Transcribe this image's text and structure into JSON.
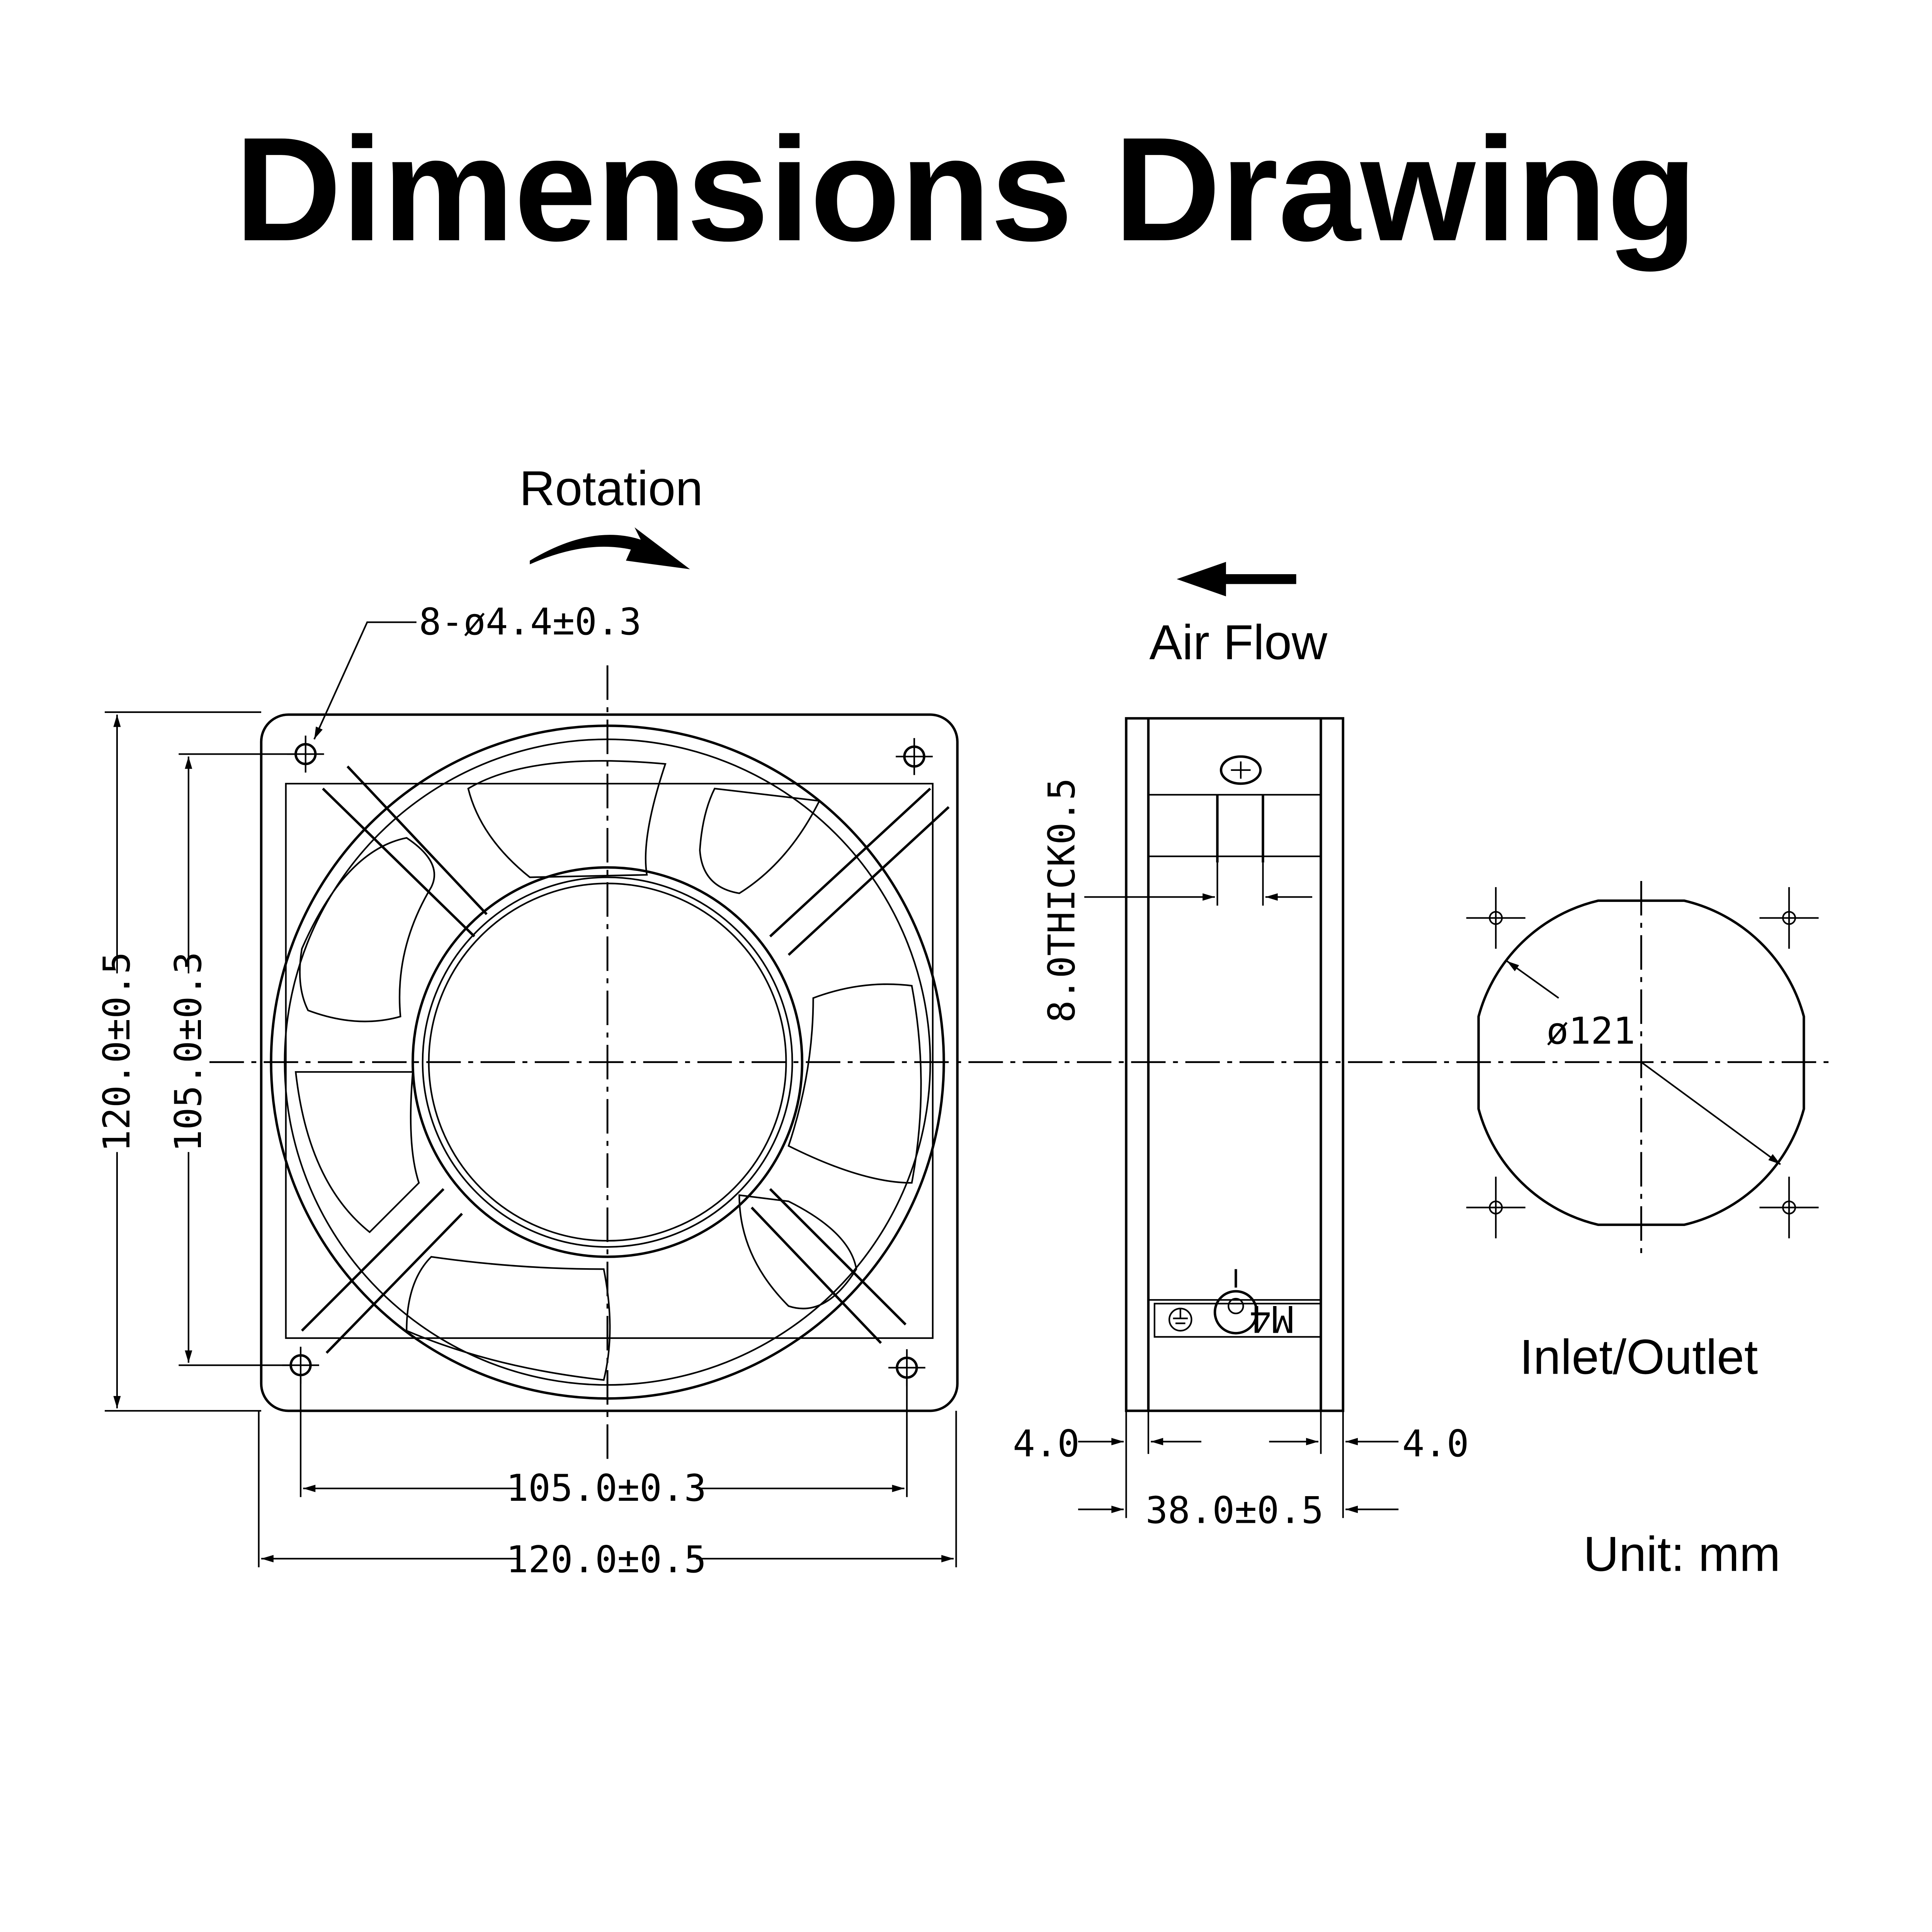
{
  "title": "Dimensions Drawing",
  "rotation_label": "Rotation",
  "hole_spec": "8-ø4.4±0.3",
  "airflow_label": "Air Flow",
  "thickness_label": "8.0THICK0.5",
  "diameter_label": "ø121",
  "inlet_outlet_label": "Inlet/Outlet",
  "unit_label": "Unit: mm",
  "front_view": {
    "height_outer": "120.0±0.5",
    "height_holes": "105.0±0.3",
    "width_holes": "105.0±0.3",
    "width_outer": "120.0±0.5"
  },
  "side_view": {
    "flange_left": "4.0",
    "flange_right": "4.0",
    "depth": "38.0±0.5",
    "screw_label": "M4"
  }
}
